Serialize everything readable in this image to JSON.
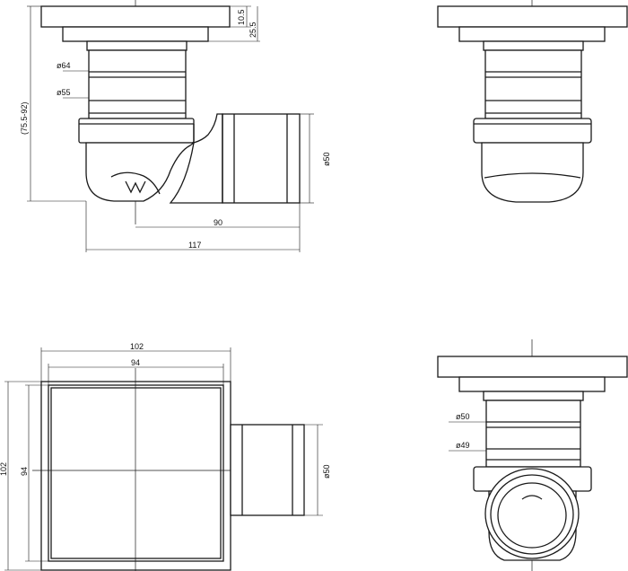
{
  "views": {
    "side": {
      "height_range": "(75.5-92)",
      "dim_10_5": "10.5",
      "dim_25_5": "25.5",
      "dia_64": "ø64",
      "dia_55": "ø55",
      "outlet_dia": "ø50",
      "len_90": "90",
      "len_117": "117"
    },
    "top": {
      "width_102": "102",
      "width_94": "94",
      "height_102": "102",
      "height_94": "94",
      "outlet_dia": "ø50"
    },
    "rear": {
      "dia_50": "ø50",
      "dia_49": "ø49"
    }
  }
}
